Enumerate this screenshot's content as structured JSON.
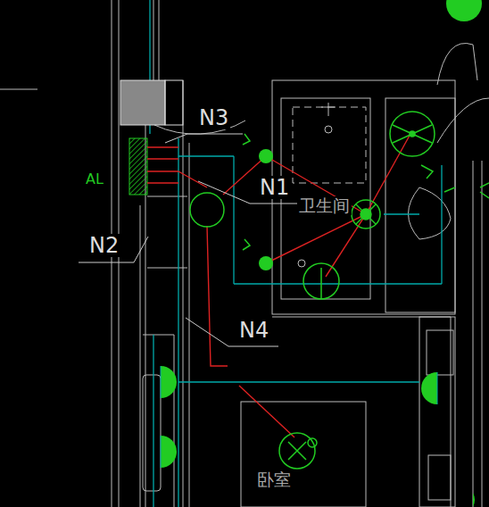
{
  "diagram": {
    "labels": [
      "N3",
      "N1",
      "AL",
      "N2",
      "N4",
      "卫生间",
      "卧室"
    ]
  }
}
